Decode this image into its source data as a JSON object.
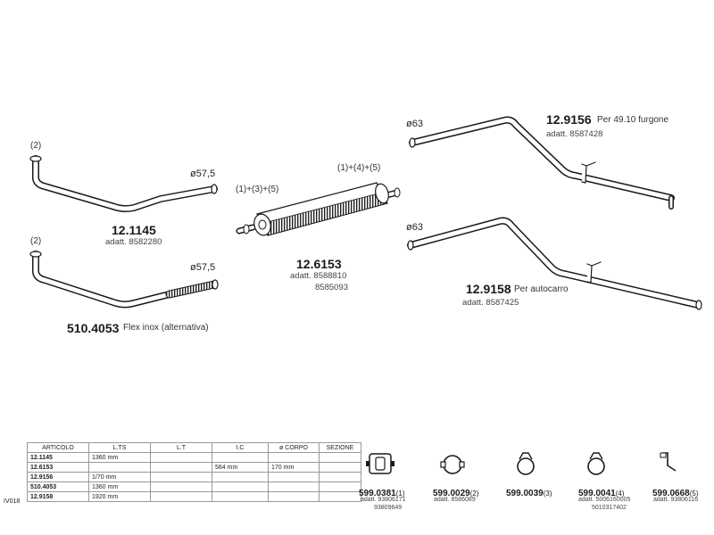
{
  "parts": {
    "p1": {
      "code": "12.1145",
      "adatt": "adatt. 8582280",
      "ref": "(2)",
      "diameter": "ø57,5"
    },
    "p2": {
      "code": "510.4053",
      "desc": "Flex inox (alternativa)",
      "ref": "(2)",
      "diameter": "ø57,5"
    },
    "p3": {
      "code": "12.6153",
      "adatt1": "adatt. 8588810",
      "adatt2": "8585093",
      "left_refs": "(1)+(3)+(5)",
      "right_refs": "(1)+(4)+(5)"
    },
    "p4": {
      "code": "12.9156",
      "desc": "Per 49.10 furgone",
      "adatt": "adatt. 8587428",
      "diameter": "ø63"
    },
    "p5": {
      "code": "12.9158",
      "desc": "Per autocarro",
      "adatt": "adatt. 8587425",
      "diameter": "ø63"
    }
  },
  "table": {
    "headers": [
      "ARTICOLO",
      "L.TS",
      "L.T",
      "I.C",
      "ø CORPO",
      "SEZIONE"
    ],
    "rows": [
      [
        "12.1145",
        "1360 mm",
        "",
        "",
        "",
        ""
      ],
      [
        "12.6153",
        "",
        "",
        "584 mm",
        "170 mm",
        ""
      ],
      [
        "12.9156",
        "1/70 mm",
        "",
        "",
        "",
        ""
      ],
      [
        "510.4053",
        "1360 mm",
        "",
        "",
        "",
        ""
      ],
      [
        "12.9158",
        "1920 mm",
        "",
        "",
        "",
        ""
      ]
    ],
    "side_code": "IV018"
  },
  "accessories": [
    {
      "code": "599.0381",
      "num": "(1)",
      "sub1": "adatt. 93806171",
      "sub2": "93809649"
    },
    {
      "code": "599.0029",
      "num": "(2)",
      "sub1": "adatt. 8586089",
      "sub2": ""
    },
    {
      "code": "599.0039",
      "num": "(3)",
      "sub1": "",
      "sub2": ""
    },
    {
      "code": "599.0041",
      "num": "(4)",
      "sub1": "adatt. 5006160005",
      "sub2": "5010317402"
    },
    {
      "code": "599.0668",
      "num": "(5)",
      "sub1": "adatt. 93806116",
      "sub2": ""
    }
  ]
}
